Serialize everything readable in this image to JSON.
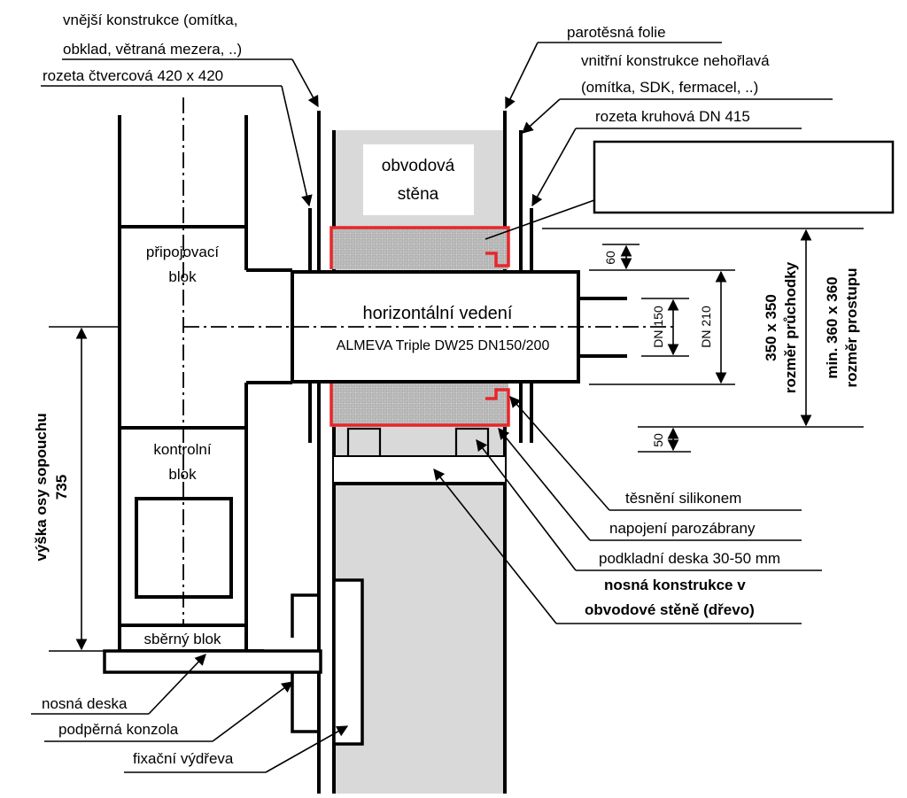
{
  "labels": {
    "outer_construction_1": "vnější konstrukce (omítka,",
    "outer_construction_2": "obklad, větraná mezera, ..)",
    "rosette_square": "rozeta  čtvercová 420 x 420",
    "vapor_foil": "parotěsná folie",
    "inner_construction_1": "vnitřní konstrukce nehořlavá",
    "inner_construction_2": "(omítka, SDK, fermacel, ..)",
    "rosette_round": "rozeta  kruhová DN 415",
    "outer_wall_1": "obvodová",
    "outer_wall_2": "stěna",
    "connection_block_1": "připojovací",
    "connection_block_2": "blok",
    "horizontal_duct": "horizontální vedení",
    "product": "ALMEVA Triple DW25 DN150/200",
    "control_block_1": "kontrolní",
    "control_block_2": "blok",
    "collector_block": "sběrný blok",
    "flue_axis_height_1": "výška osy sopouchu",
    "flue_axis_height_2": "735",
    "silicone_seal": "těsnění silikonem",
    "vapor_barrier_joint": "napojení parozábrany",
    "base_plate": "podkladní deska 30-50 mm",
    "load_bearing_1": "nosná konstrukce v",
    "load_bearing_2": "obvodové stěně (dřevo)",
    "support_plate": "nosná deska",
    "support_bracket": "podpěrná konzola",
    "fixing_frame": "fixační výdřeva"
  },
  "dimensions": {
    "gap_top": "60",
    "gap_bottom": "50",
    "dn_inner": "DN 150",
    "dn_outer": "DN 210",
    "passage_1": "350 x 350",
    "passage_2": "rozměr průchodky",
    "opening_1": "min. 360 x 360",
    "opening_2": "rozměr prostupu"
  },
  "colors": {
    "wall_fill": "#d9d9d9",
    "seal_outline": "#e8262a",
    "insulation_fill": "#b8b8b8"
  }
}
